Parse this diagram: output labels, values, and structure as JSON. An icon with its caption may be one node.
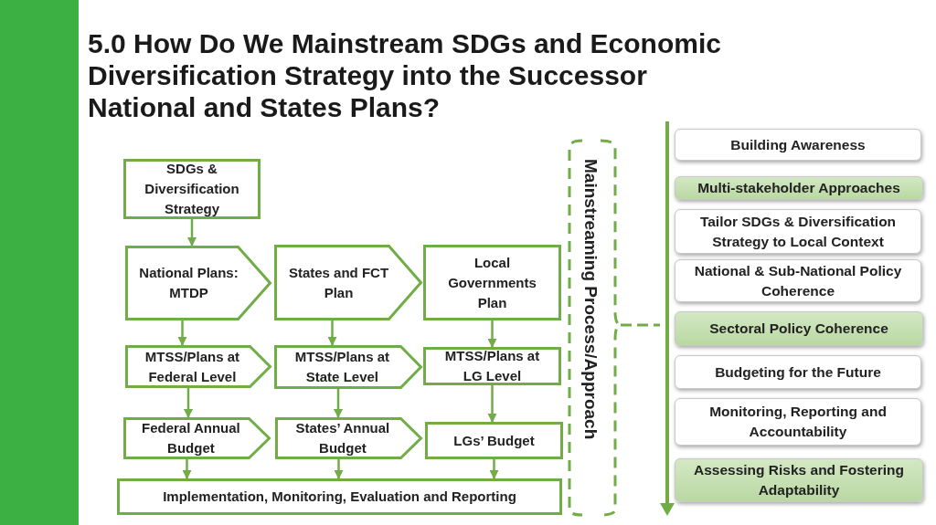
{
  "diagram": {
    "title": "5.0 How Do We Mainstream SDGs and Economic Diversification Strategy into the Successor National and States Plans?",
    "nodes": [
      {
        "text": [
          "SDGs & Diversification Strategy"
        ]
      },
      {
        "text": [
          "National Plans: MTDP"
        ]
      },
      {
        "text": [
          "States and FCT Plan"
        ]
      },
      {
        "text": [
          "Local Governments Plan"
        ]
      },
      {
        "text": [
          "MTSS/Plans at Federal Level"
        ]
      },
      {
        "text": [
          "MTSS/Plans at State Level"
        ]
      },
      {
        "text": [
          "MTSS/Plans at LG Level"
        ]
      },
      {
        "text": [
          "Federal Annual Budget"
        ]
      },
      {
        "text": [
          "States’ Annual Budget"
        ]
      },
      {
        "text": [
          "LGs’ Budget"
        ]
      },
      {
        "text": [
          "Implementation, Monitoring, Evaluation and Reporting"
        ]
      },
      {
        "text": [
          "Mainstreaming Process/Approach"
        ]
      },
      {
        "text": [
          "Building Awareness"
        ]
      },
      {
        "text": [
          "Multi-stakeholder Approaches"
        ]
      },
      {
        "text": [
          "Tailor SDGs & Diversification Strategy to Local Context"
        ]
      },
      {
        "text": [
          "National & Sub-National Policy Coherence"
        ]
      },
      {
        "text": [
          "Sectoral Policy Coherence"
        ]
      },
      {
        "text": [
          "Budgeting for the Future"
        ]
      },
      {
        "text": [
          "Monitoring, Reporting and Accountability"
        ]
      },
      {
        "text": [
          "Assessing Risks and Fostering Adaptability"
        ]
      },
      {
        "text": [],
        "shape": "bar"
      }
    ],
    "edges": [
      {
        "from": 0,
        "to": 1,
        "arrow": "to"
      },
      {
        "from": 1,
        "to": 4,
        "arrow": "to"
      },
      {
        "from": 2,
        "to": 5,
        "arrow": "to"
      },
      {
        "from": 3,
        "to": 6,
        "arrow": "to"
      },
      {
        "from": 4,
        "to": 7,
        "arrow": "to"
      },
      {
        "from": 5,
        "to": 8,
        "arrow": "to"
      },
      {
        "from": 6,
        "to": 9,
        "arrow": "to"
      },
      {
        "from": 7,
        "to": 10,
        "arrow": "to"
      },
      {
        "from": 8,
        "to": 10,
        "arrow": "to"
      },
      {
        "from": 9,
        "to": 10,
        "arrow": "to"
      }
    ]
  }
}
